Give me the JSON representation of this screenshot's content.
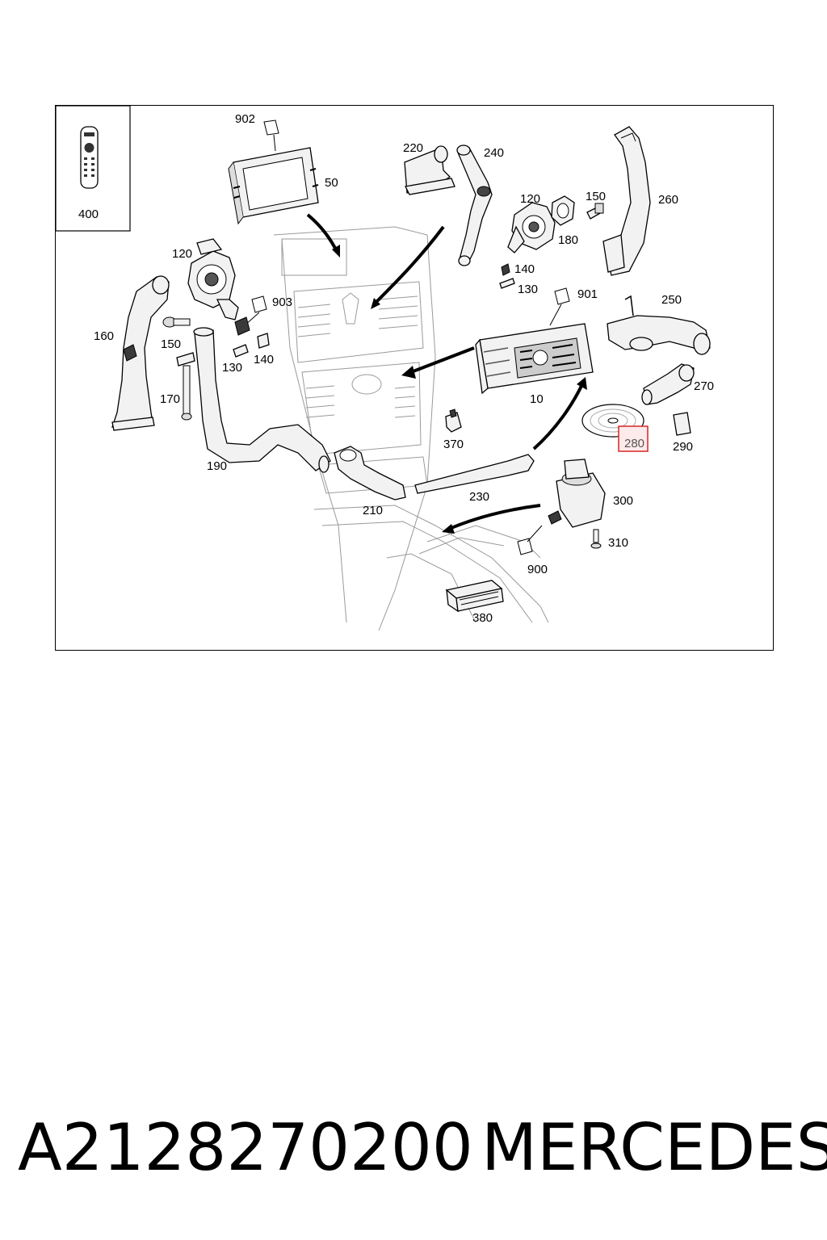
{
  "diagram": {
    "inset_label": "400",
    "callouts": {
      "c902": "902",
      "c50": "50",
      "c220": "220",
      "c240": "240",
      "c120_top": "120",
      "c150_top": "150",
      "c260": "260",
      "c180": "180",
      "c140_top": "140",
      "c130_top": "130",
      "c901": "901",
      "c250": "250",
      "c120_left": "120",
      "c903": "903",
      "c160": "160",
      "c150_left": "150",
      "c130_left": "130",
      "c140_left": "140",
      "c170": "170",
      "c10": "10",
      "c270": "270",
      "c280": "280",
      "c290": "290",
      "c370": "370",
      "c190": "190",
      "c210": "210",
      "c230": "230",
      "c300": "300",
      "c310": "310",
      "c900": "900",
      "c380": "380"
    },
    "highlighted_callout": "280",
    "highlight_color": "#d62728"
  },
  "footer": {
    "part_number": "A2128270200",
    "brand": "MERCEDES"
  }
}
